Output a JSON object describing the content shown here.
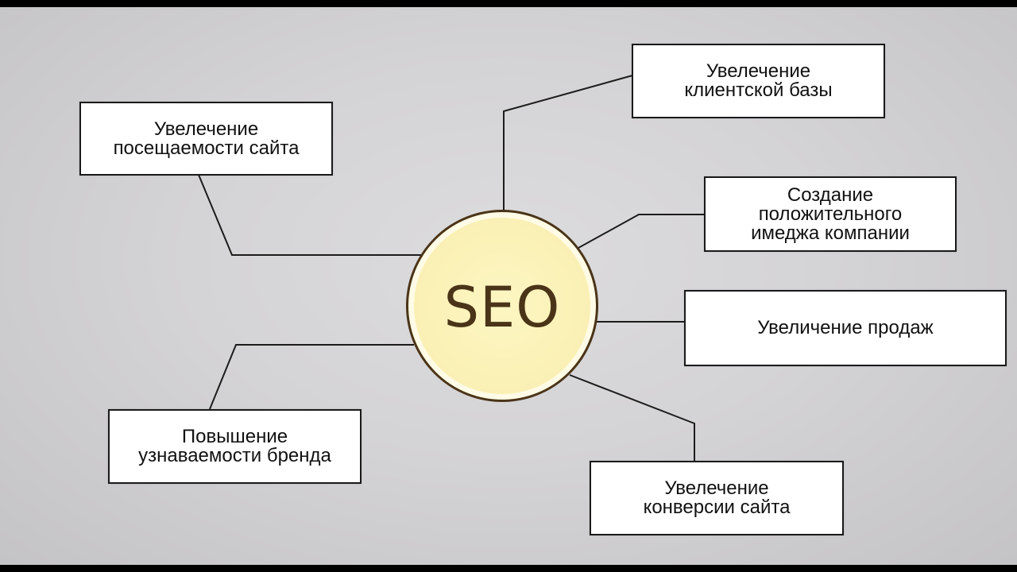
{
  "diagram": {
    "type": "mind-map",
    "center": {
      "label": "SEO",
      "fill": "#faf0b4",
      "stroke": "#4a3418",
      "text_color": "#4a3418"
    },
    "background": "#d6d5d7",
    "nodes": [
      {
        "id": "traffic",
        "label": "Увелечение\nпосещаемости сайта"
      },
      {
        "id": "client-base",
        "label": "Увелечение\nклиентской базы"
      },
      {
        "id": "image",
        "label": "Создание\nположительного\nимеджа компании"
      },
      {
        "id": "sales",
        "label": "Увеличение продаж"
      },
      {
        "id": "brand",
        "label": "Повышение\nузнаваемости бренда"
      },
      {
        "id": "conversion",
        "label": "Увелечение\nконверсии сайта"
      }
    ],
    "edges": [
      {
        "from": "SEO",
        "to": "traffic"
      },
      {
        "from": "SEO",
        "to": "client-base"
      },
      {
        "from": "SEO",
        "to": "image"
      },
      {
        "from": "SEO",
        "to": "sales"
      },
      {
        "from": "SEO",
        "to": "brand"
      },
      {
        "from": "SEO",
        "to": "conversion"
      }
    ]
  }
}
